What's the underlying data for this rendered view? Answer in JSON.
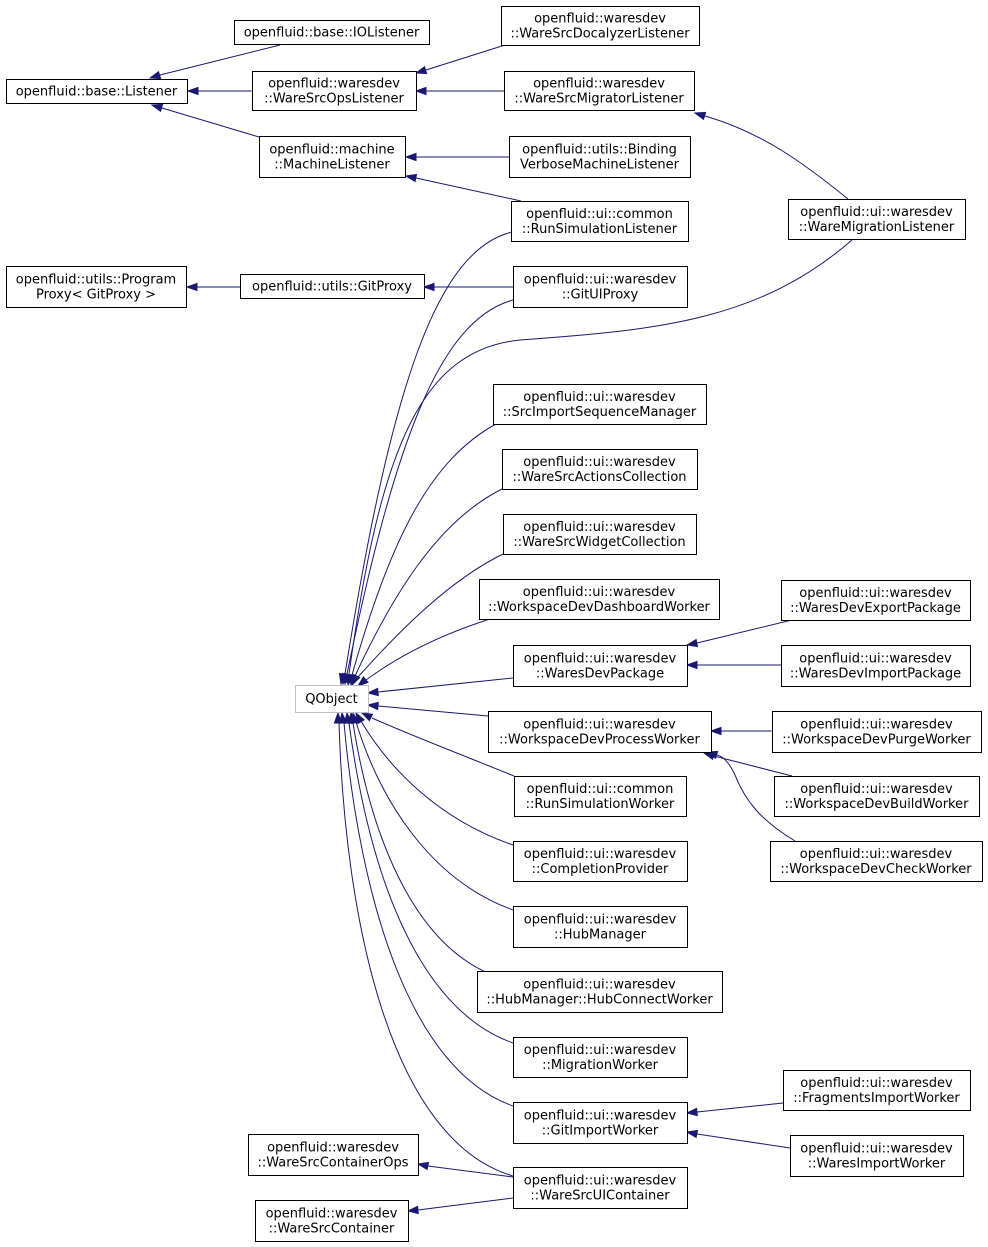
{
  "nodes": {
    "iolistener": [
      "openfluid::base::IOListener"
    ],
    "listener": [
      "openfluid::base::Listener"
    ],
    "docalyzer": [
      "openfluid::waresdev",
      "::WareSrcDocalyzerListener"
    ],
    "opslistener": [
      "openfluid::waresdev",
      "::WareSrcOpsListener"
    ],
    "migratorlistener": [
      "openfluid::waresdev",
      "::WareSrcMigratorListener"
    ],
    "machinelistener": [
      "openfluid::machine",
      "::MachineListener"
    ],
    "bindingverbose": [
      "openfluid::utils::Binding",
      "VerboseMachineListener"
    ],
    "runsimlistener": [
      "openfluid::ui::common",
      "::RunSimulationListener"
    ],
    "waremigration": [
      "openfluid::ui::waresdev",
      "::WareMigrationListener"
    ],
    "programproxy": [
      "openfluid::utils::Program",
      "Proxy< GitProxy >"
    ],
    "gitproxy": [
      "openfluid::utils::GitProxy"
    ],
    "gituiproxy": [
      "openfluid::ui::waresdev",
      "::GitUIProxy"
    ],
    "srcimportseq": [
      "openfluid::ui::waresdev",
      "::SrcImportSequenceManager"
    ],
    "actionscoll": [
      "openfluid::ui::waresdev",
      "::WareSrcActionsCollection"
    ],
    "widgetcoll": [
      "openfluid::ui::waresdev",
      "::WareSrcWidgetCollection"
    ],
    "dashboardworker": [
      "openfluid::ui::waresdev",
      "::WorkspaceDevDashboardWorker"
    ],
    "waresdevpackage": [
      "openfluid::ui::waresdev",
      "::WaresDevPackage"
    ],
    "exportpackage": [
      "openfluid::ui::waresdev",
      "::WaresDevExportPackage"
    ],
    "importpackage": [
      "openfluid::ui::waresdev",
      "::WaresDevImportPackage"
    ],
    "qobject": [
      "QObject"
    ],
    "processworker": [
      "openfluid::ui::waresdev",
      "::WorkspaceDevProcessWorker"
    ],
    "purgeworker": [
      "openfluid::ui::waresdev",
      "::WorkspaceDevPurgeWorker"
    ],
    "buildworker": [
      "openfluid::ui::waresdev",
      "::WorkspaceDevBuildWorker"
    ],
    "checkworker": [
      "openfluid::ui::waresdev",
      "::WorkspaceDevCheckWorker"
    ],
    "runsimworker": [
      "openfluid::ui::common",
      "::RunSimulationWorker"
    ],
    "completion": [
      "openfluid::ui::waresdev",
      "::CompletionProvider"
    ],
    "hubmanager": [
      "openfluid::ui::waresdev",
      "::HubManager"
    ],
    "hubconnect": [
      "openfluid::ui::waresdev",
      "::HubManager::HubConnectWorker"
    ],
    "migrationworker": [
      "openfluid::ui::waresdev",
      "::MigrationWorker"
    ],
    "gitimport": [
      "openfluid::ui::waresdev",
      "::GitImportWorker"
    ],
    "fragmentsimport": [
      "openfluid::ui::waresdev",
      "::FragmentsImportWorker"
    ],
    "waresimport": [
      "openfluid::ui::waresdev",
      "::WaresImportWorker"
    ],
    "containerops": [
      "openfluid::waresdev",
      "::WareSrcContainerOps"
    ],
    "uicontainer": [
      "openfluid::ui::waresdev",
      "::WareSrcUIContainer"
    ],
    "srccontainer": [
      "openfluid::waresdev",
      "::WareSrcContainer"
    ]
  },
  "edges": [
    [
      "iolistener",
      "listener"
    ],
    [
      "opslistener",
      "listener"
    ],
    [
      "machinelistener",
      "listener"
    ],
    [
      "docalyzer",
      "opslistener"
    ],
    [
      "migratorlistener",
      "opslistener"
    ],
    [
      "bindingverbose",
      "machinelistener"
    ],
    [
      "runsimlistener",
      "machinelistener"
    ],
    [
      "waremigration",
      "migratorlistener"
    ],
    [
      "gitproxy",
      "programproxy"
    ],
    [
      "gituiproxy",
      "gitproxy"
    ],
    [
      "runsimlistener",
      "qobject"
    ],
    [
      "gituiproxy",
      "qobject"
    ],
    [
      "waremigration",
      "qobject"
    ],
    [
      "srcimportseq",
      "qobject"
    ],
    [
      "actionscoll",
      "qobject"
    ],
    [
      "widgetcoll",
      "qobject"
    ],
    [
      "dashboardworker",
      "qobject"
    ],
    [
      "waresdevpackage",
      "qobject"
    ],
    [
      "processworker",
      "qobject"
    ],
    [
      "runsimworker",
      "qobject"
    ],
    [
      "completion",
      "qobject"
    ],
    [
      "hubmanager",
      "qobject"
    ],
    [
      "hubconnect",
      "qobject"
    ],
    [
      "migrationworker",
      "qobject"
    ],
    [
      "gitimport",
      "qobject"
    ],
    [
      "uicontainer",
      "qobject"
    ],
    [
      "exportpackage",
      "waresdevpackage"
    ],
    [
      "importpackage",
      "waresdevpackage"
    ],
    [
      "purgeworker",
      "processworker"
    ],
    [
      "buildworker",
      "processworker"
    ],
    [
      "checkworker",
      "processworker"
    ],
    [
      "fragmentsimport",
      "gitimport"
    ],
    [
      "waresimport",
      "gitimport"
    ],
    [
      "uicontainer",
      "containerops"
    ],
    [
      "uicontainer",
      "srccontainer"
    ]
  ],
  "colors": {
    "edge": "#191970",
    "node_border": "#000000",
    "node_border_muted": "#bfbfbf",
    "background": "#ffffff"
  }
}
